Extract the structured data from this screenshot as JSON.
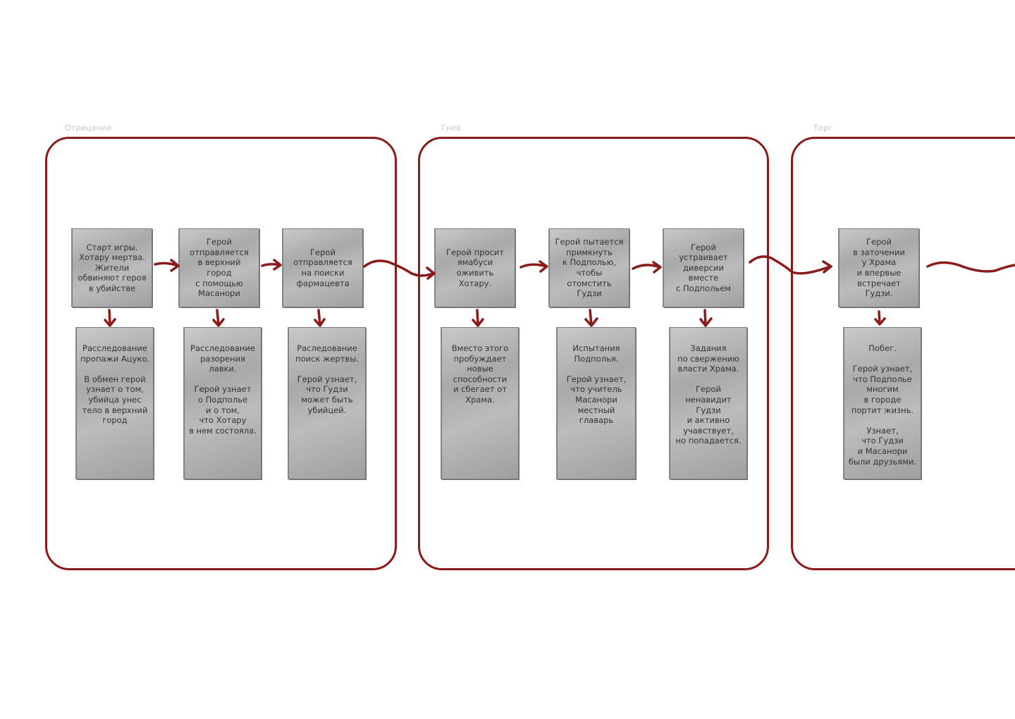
{
  "groups": [
    {
      "label": "Отрицание"
    },
    {
      "label": "Гнев"
    },
    {
      "label": "Торг"
    }
  ],
  "cards": {
    "c1_top": "Старт игры.\nХотару мертва.\nЖители\nобвиняют героя\nв убийстве",
    "c1_bottom": "Расследование\nпропажи Ацуко.\n\nВ обмен герой\nузнает о том,\nубийца унес\nтело в верхний\nгород",
    "c2_top": "Герой\nотправляется\nв верхний\nгород\nс помощью\nМасанори",
    "c2_bottom": "Расследование\nразорения\nлавки.\n\nГерой узнает\nо Подполье\nи о том,\nчто Хотару\nв нем состояла.",
    "c3_top": "Герой\nотправляется\nна поиски\nфармацевта",
    "c3_bottom": "Раследование\nпоиск жертвы.\n\nГерой узнает,\nчто Гудзи\nможет быть\nубийцей.",
    "c4_top": "Герой просит\nямабуси\nоживить\nХотару.",
    "c4_bottom": "Вместо этого\nпробуждает\nновые\nспособности\nи сбегает от\nХрама.",
    "c5_top": "Герой пытается\nпримкнуть\nк Подполью,\nчтобы\nотомстить\nГудзи",
    "c5_bottom": "Испытания\nПодполья.\n\nГерой узнает,\nчто учитель\nМасанори\nместный\nглаварь",
    "c6_top": "Герой\nустраивает\nдиверсии\nвместе\nс Подпольем",
    "c6_bottom": "Задания\nпо свержению\nвласти Храма.\n\nГерой\nненавидит\nГудзи\nи активно\nучавствует,\nно попадается.",
    "c7_top": "Герой\nв заточении\nу Храма\nи впервые\nвстречает\nГудзи.",
    "c7_bottom": "Побег.\n\nГерой узнает,\nчто Подполье\nмногим\nв городе\nпортит жизнь.\n\nУзнает,\nчто Гудзи\nи Масанори\nбыли друзьями."
  },
  "colors": {
    "frame": "#8b1a1a",
    "arrow": "#8b1a1a",
    "card": "#b5b5b5",
    "label": "#c8c8c8"
  }
}
